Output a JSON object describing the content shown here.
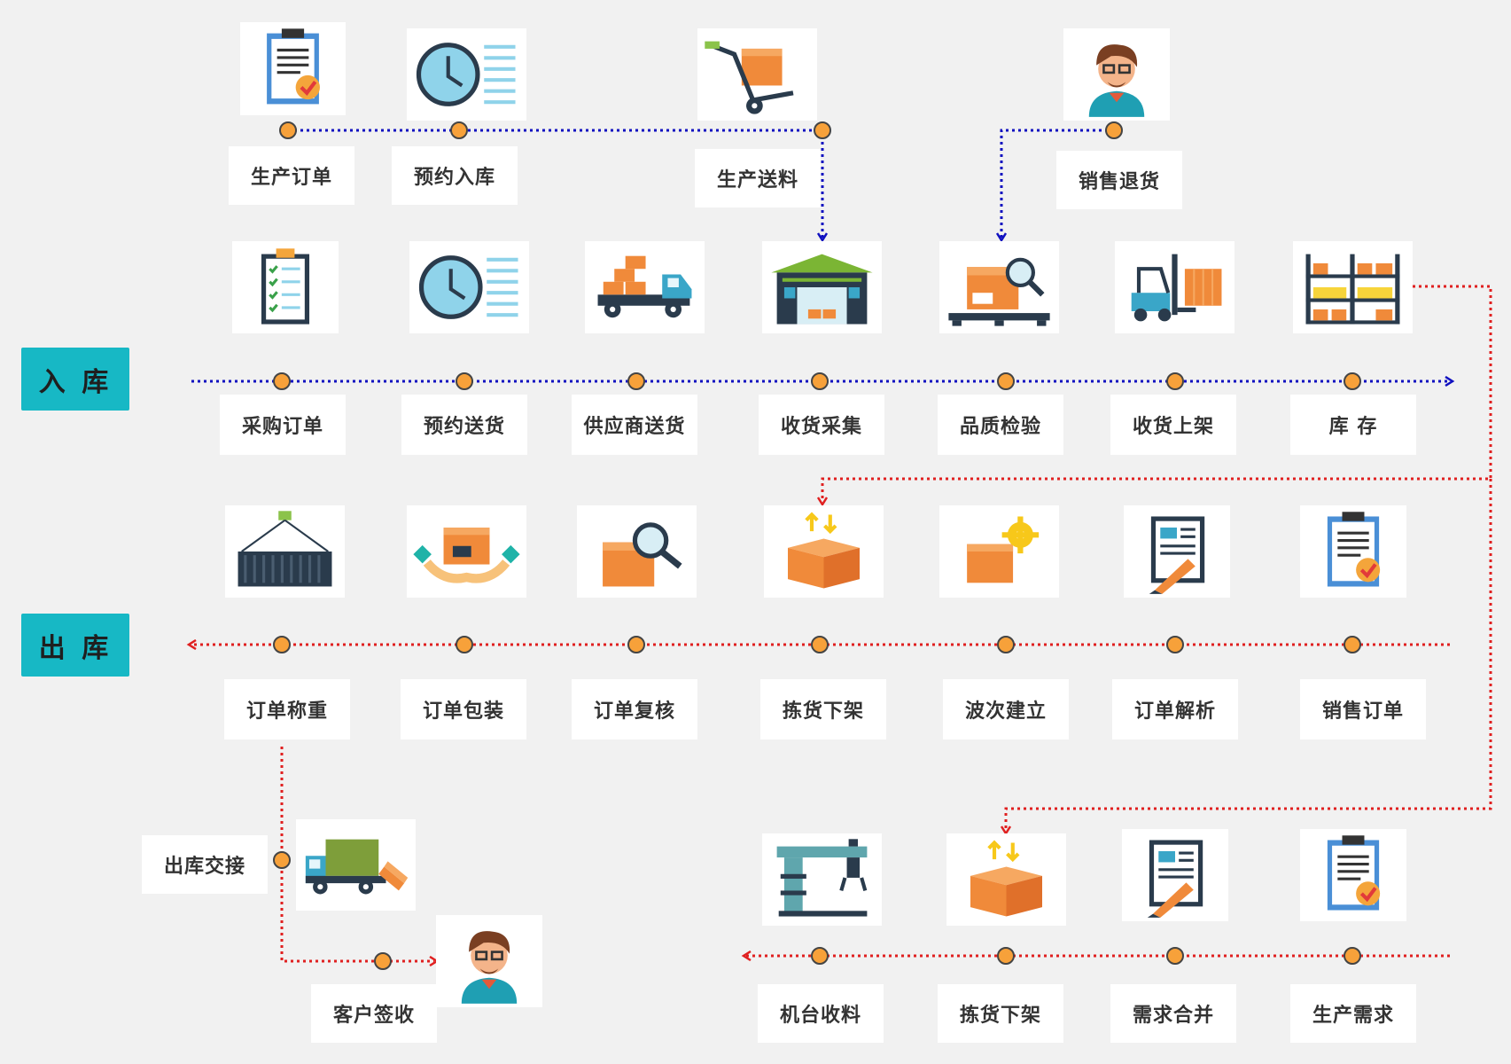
{
  "sections": {
    "inbound": "入 库",
    "outbound": "出 库"
  },
  "top_row": {
    "labels": [
      "生产订单",
      "预约入库",
      "生产送料",
      "销售退货"
    ],
    "icons": [
      "clipboard-check-icon",
      "clock-list-icon",
      "hand-truck-icon",
      "customer-avatar-icon"
    ]
  },
  "inbound_row": {
    "labels": [
      "采购订单",
      "预约送货",
      "供应商送货",
      "收货采集",
      "品质检验",
      "收货上架",
      "库  存"
    ],
    "icons": [
      "checklist-icon",
      "clock-list-icon",
      "delivery-truck-icon",
      "warehouse-icon",
      "inspection-icon",
      "forklift-icon",
      "storage-shelf-icon"
    ]
  },
  "outbound_row": {
    "labels": [
      "订单称重",
      "订单包装",
      "订单复核",
      "拣货下架",
      "波次建立",
      "订单解析",
      "销售订单"
    ],
    "icons": [
      "container-crane-icon",
      "package-hands-icon",
      "package-search-icon",
      "open-box-icon",
      "box-gear-icon",
      "document-edit-icon",
      "clipboard-check-icon"
    ]
  },
  "handover": {
    "labels": [
      "出库交接",
      "客户签收"
    ],
    "icons": [
      "shipping-truck-icon",
      "customer-avatar-icon"
    ]
  },
  "production_row": {
    "labels": [
      "机台收料",
      "拣货下架",
      "需求合并",
      "生产需求"
    ],
    "icons": [
      "machine-arm-icon",
      "open-box-icon",
      "document-edit-icon",
      "clipboard-check-icon"
    ]
  },
  "colors": {
    "section": "#17b8c5",
    "inbound_line": "#1010c0",
    "outbound_line": "#e02020",
    "node": "#f7a13a"
  }
}
